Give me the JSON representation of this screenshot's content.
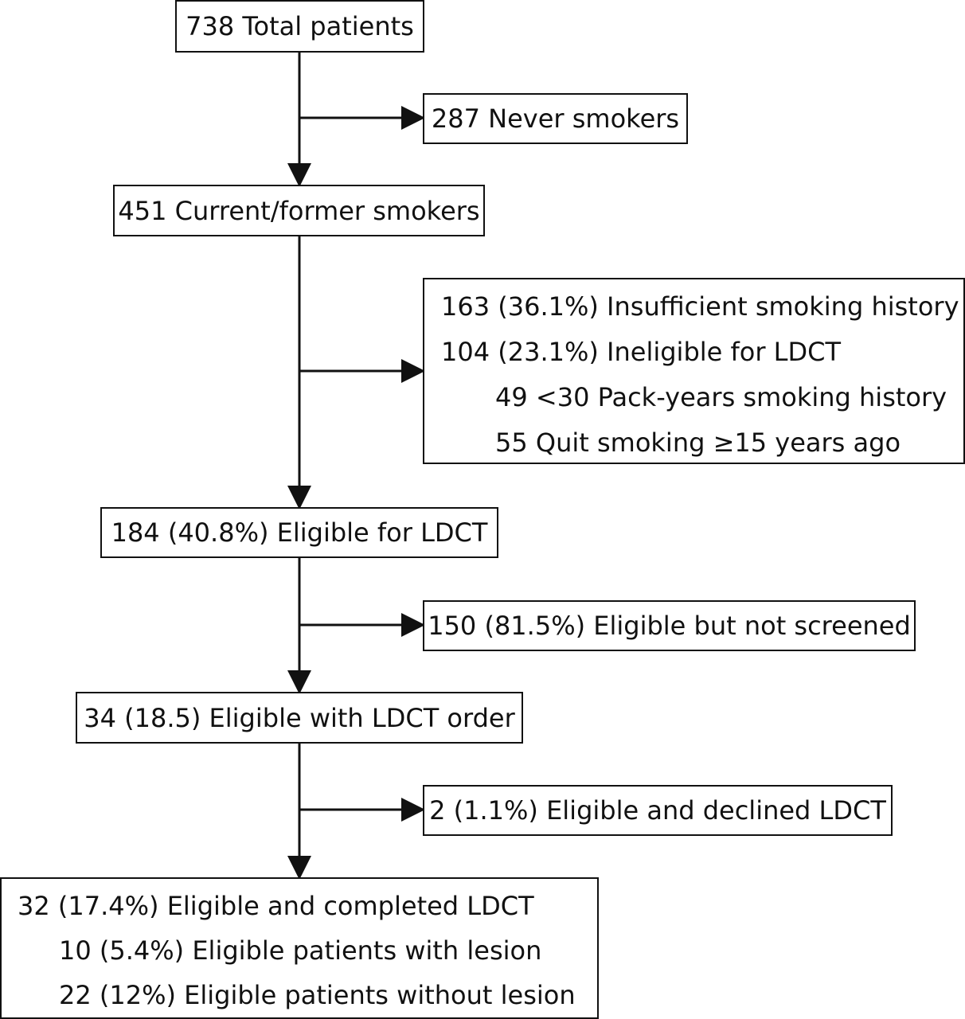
{
  "flowchart": {
    "total": "738 Total patients",
    "never_smokers": "287 Never smokers",
    "current_former": "451 Current/former smokers",
    "excluded": {
      "insufficient": "163 (36.1%) Insufficient smoking history",
      "ineligible": "104 (23.1%) Ineligible for LDCT",
      "pack_years": "49  <30 Pack-years smoking history",
      "quit": "55  Quit smoking ≥15 years ago"
    },
    "eligible": "184 (40.8%) Eligible for LDCT",
    "not_screened": "150 (81.5%) Eligible but not screened",
    "with_order": "34 (18.5) Eligible with LDCT order",
    "declined": "2 (1.1%) Eligible and declined LDCT",
    "completed": {
      "main": "32 (17.4%) Eligible and completed LDCT",
      "with_lesion": "10 (5.4%) Eligible patients with lesion",
      "without_lesion": "22 (12%) Eligible patients without lesion"
    }
  }
}
